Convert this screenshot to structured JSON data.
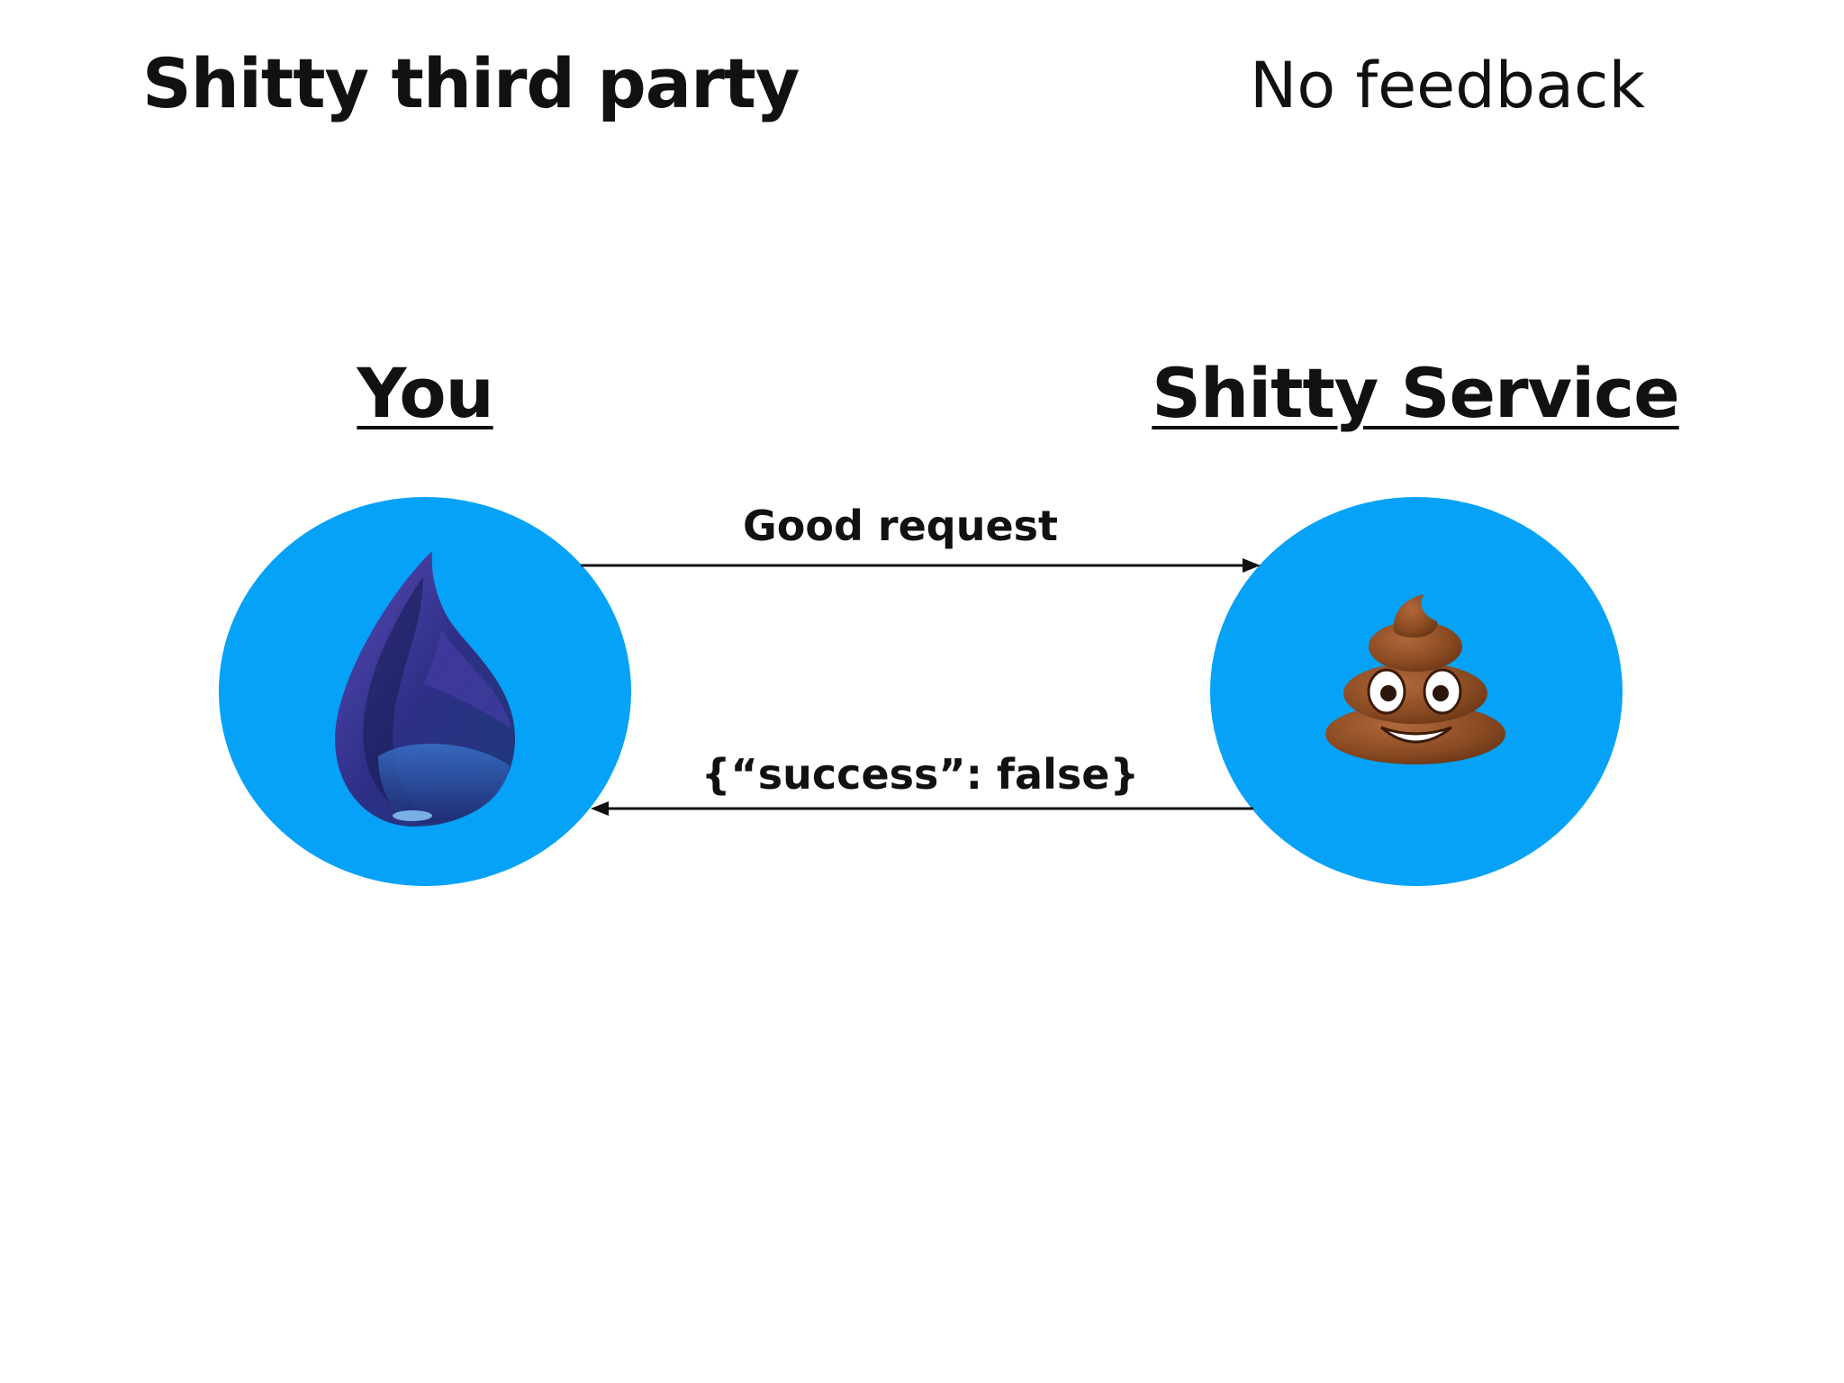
{
  "slide": {
    "title": "Shitty third party",
    "subtitle": "No feedback"
  },
  "nodes": {
    "you": {
      "label": "You",
      "icon": "water-drop-icon"
    },
    "service": {
      "label": "Shitty Service",
      "icon": "pile-of-poo-icon"
    }
  },
  "arrows": {
    "request": {
      "label": "Good request",
      "direction": "you-to-service"
    },
    "response": {
      "label": "{“success”: false}",
      "direction": "service-to-you"
    }
  },
  "colors": {
    "circle": "#05a2f8",
    "text": "#111111",
    "drop_dark": "#2a2a78",
    "drop_light": "#3f6fc8",
    "poo": "#8a4a22"
  }
}
